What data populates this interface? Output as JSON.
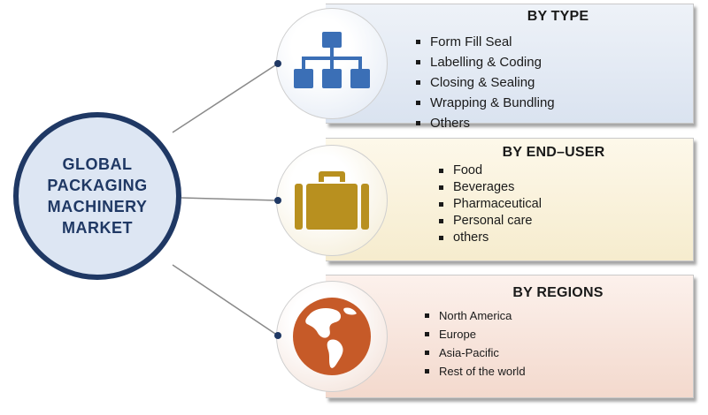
{
  "center": {
    "title": "GLOBAL PACKAGING MACHINERY MARKET"
  },
  "segments": [
    {
      "title": "BY TYPE",
      "icon": "hierarchy-icon",
      "color": "#3b6fb6",
      "items": [
        "Form Fill Seal",
        "Labelling & Coding",
        "Closing & Sealing",
        "Wrapping & Bundling",
        "Others"
      ]
    },
    {
      "title": "BY END–USER",
      "icon": "suitcase-icon",
      "color": "#b8901f",
      "items": [
        "Food",
        "Beverages",
        "Pharmaceutical",
        "Personal care",
        "others"
      ]
    },
    {
      "title": "BY REGIONS",
      "icon": "globe-icon",
      "color": "#c65a28",
      "items": [
        "North America",
        "Europe",
        "Asia-Pacific",
        "Rest of the world"
      ]
    }
  ],
  "colors": {
    "center_border": "#1f3864",
    "center_fill": "#dde6f3",
    "connector": "#8a8a8a"
  }
}
